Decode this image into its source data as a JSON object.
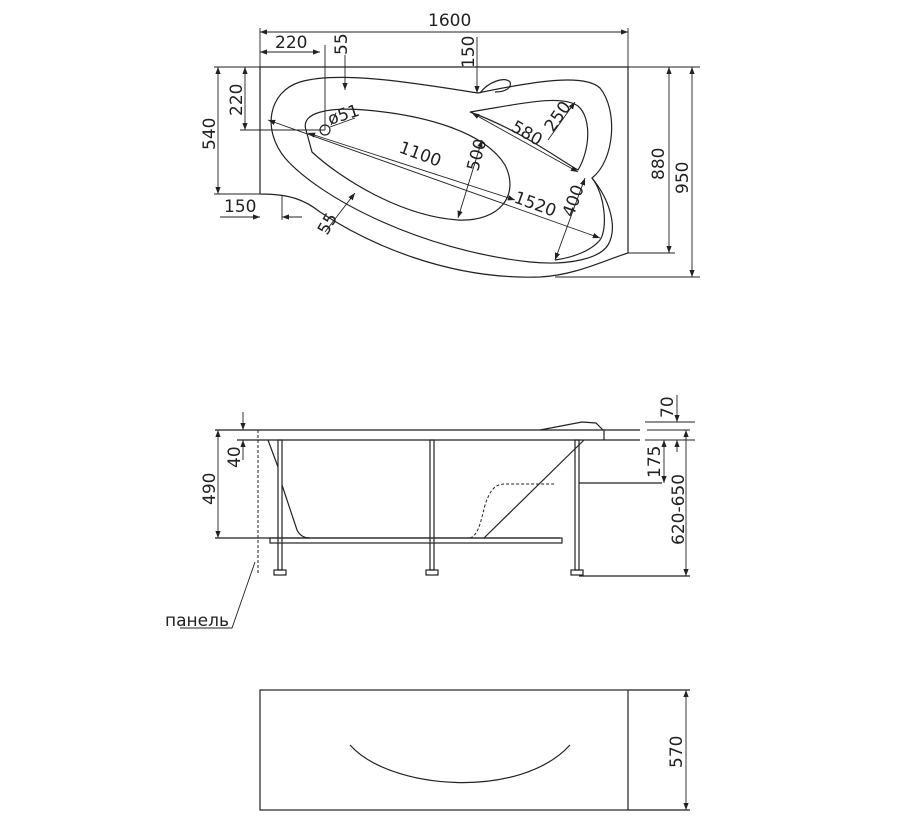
{
  "top_view": {
    "dims": {
      "overall_length": "1600",
      "drain_offset_x": "220",
      "rim_top_offset": "55",
      "lobe_offset": "150",
      "drain_offset_y": "220",
      "left_height": "540",
      "bottom_offset": "150",
      "rim_bottom": "55",
      "drain_diameter": "ø51",
      "basin_length": "1100",
      "basin_width": "500",
      "diagonal": "1520",
      "seat_length": "580",
      "seat_width": "250",
      "lobe_width": "400",
      "inner_depth": "880",
      "overall_depth": "950"
    }
  },
  "side_view": {
    "dims": {
      "headrest_height": "70",
      "rim_thickness": "40",
      "basin_depth": "490",
      "seat_height": "175",
      "total_height": "620-650"
    },
    "panel_label": "панель"
  },
  "front_panel": {
    "dims": {
      "panel_height": "570"
    }
  }
}
